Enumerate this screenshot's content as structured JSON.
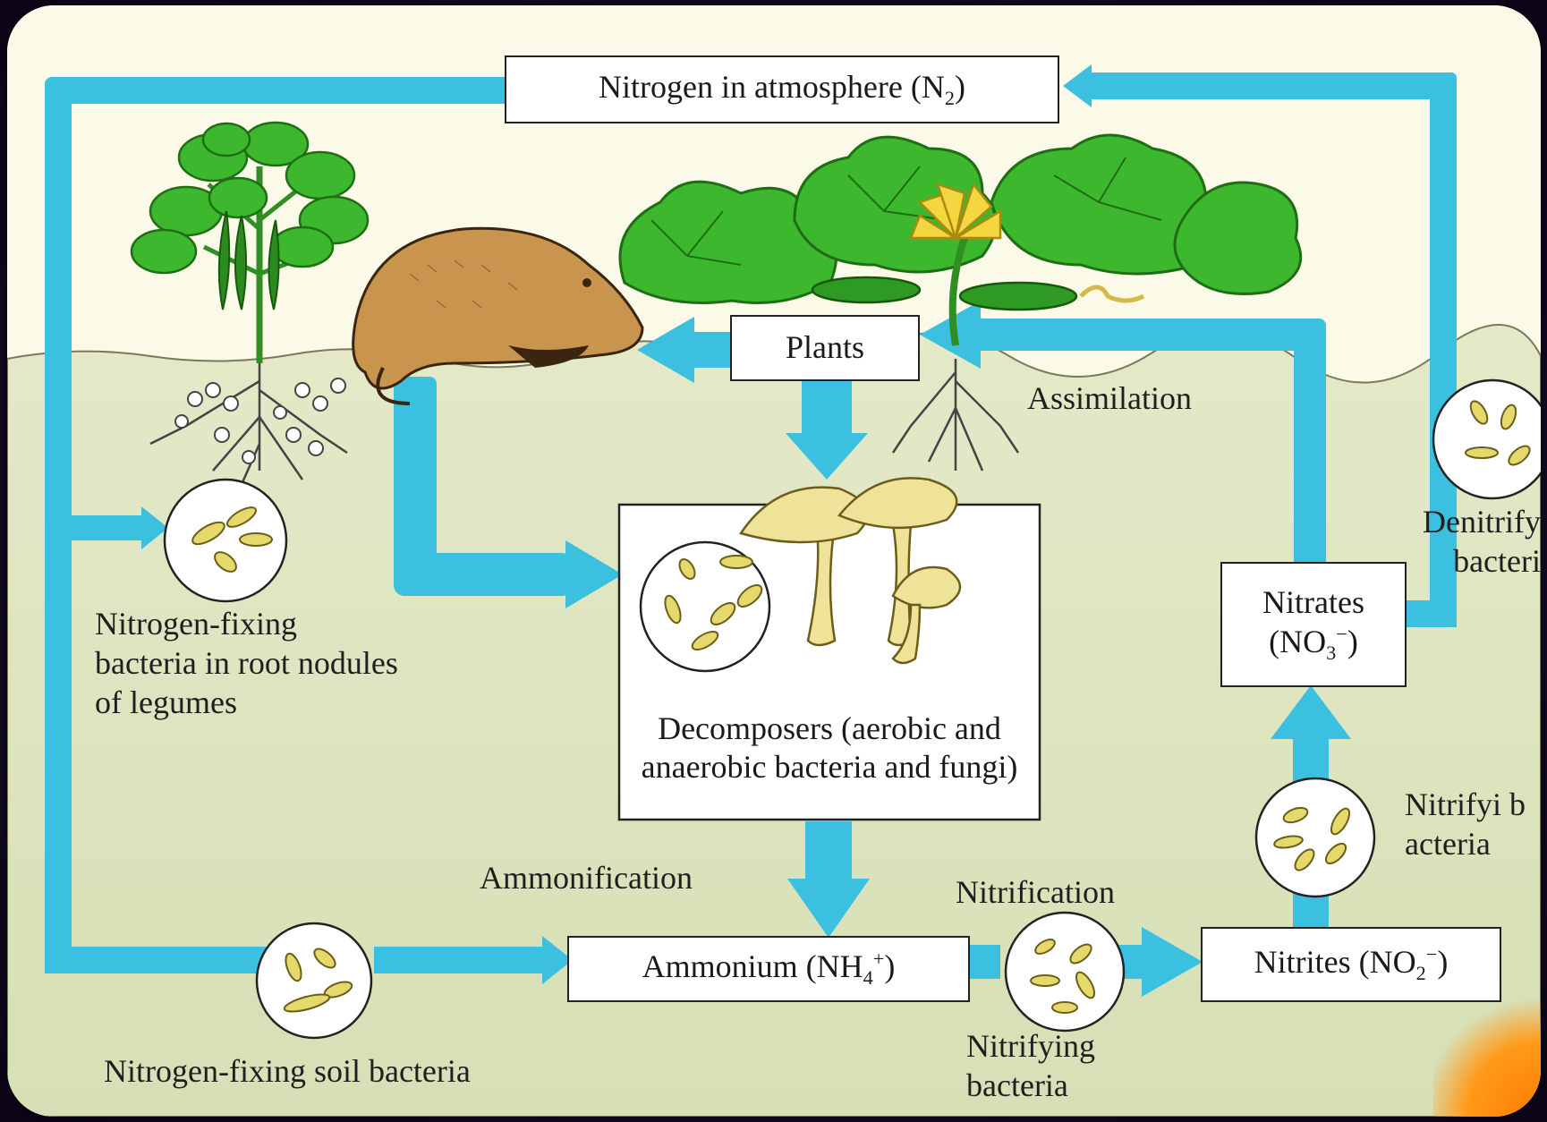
{
  "diagram": {
    "atmosphere_box": {
      "text": "Nitrogen in atmosphere (N",
      "sub": "2",
      "close": ")"
    },
    "plants_box": "Plants",
    "decomposers_box": "Decomposers (aerobic and anaerobic bacteria and fungi)",
    "ammonium_box": {
      "text": "Ammonium (NH",
      "sub": "4",
      "sup": "+",
      "close": ")"
    },
    "nitrites_box": {
      "text": "Nitrites (NO",
      "sub": "2",
      "sup": "−",
      "close": ")"
    },
    "nitrates_box": {
      "line1": "Nitrates",
      "line2_text": "(NO",
      "sub": "3",
      "sup": "−",
      "close": ")"
    },
    "labels": {
      "assimilation": "Assimilation",
      "ammonification": "Ammonification",
      "nitrification": "Nitrification",
      "root_bacteria": "Nitrogen-fixing bacteria in root nodules of legumes",
      "soil_bacteria": "Nitrogen-fixing soil bacteria",
      "nitrifying_bottom": "Nitrifying bacteria",
      "nitrifying_right": "Nitrifyi bacteria",
      "denitrifying": "Denitrify bacteri"
    },
    "colors": {
      "arrow": "#3cc0df",
      "soil": "#dfe5c4",
      "leaf": "#3db82e",
      "leaf_dark": "#1f7a16",
      "mushroom": "#efe39a",
      "bacteria": "#e4d96a",
      "animal": "#c9944d",
      "flower": "#f3d640"
    }
  }
}
